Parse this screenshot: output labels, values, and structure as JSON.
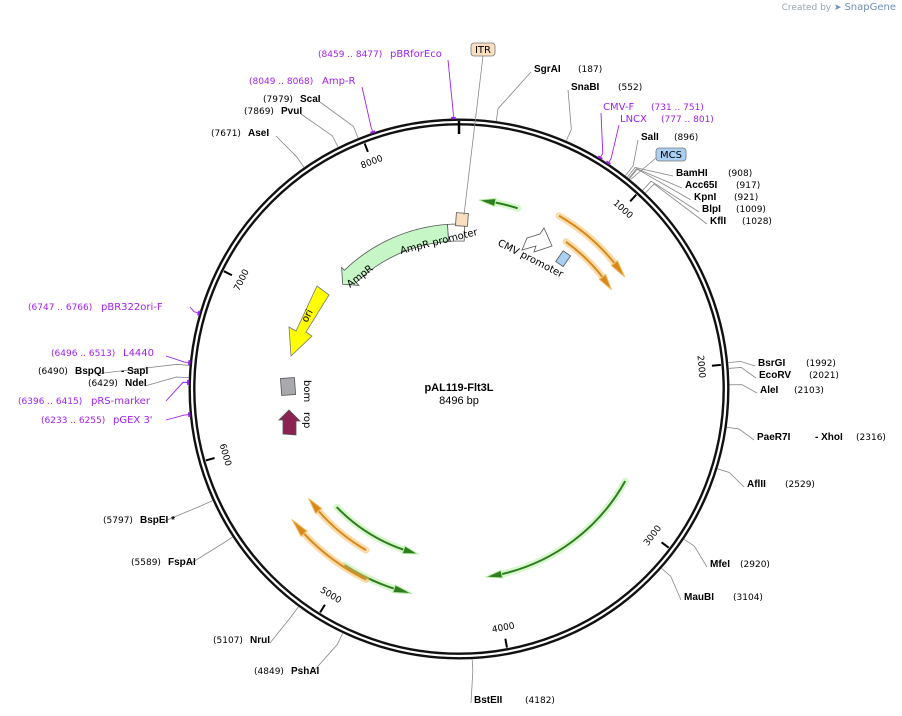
{
  "branding": {
    "created_by": "Created by",
    "app": "SnapGene"
  },
  "plasmid": {
    "name": "pAL119-Flt3L",
    "size_label": "8496 bp",
    "length": 8496
  },
  "ticks": [
    {
      "bp": 1000,
      "label": "1000"
    },
    {
      "bp": 2000,
      "label": "2000"
    },
    {
      "bp": 3000,
      "label": "3000"
    },
    {
      "bp": 4000,
      "label": "4000"
    },
    {
      "bp": 5000,
      "label": "5000"
    },
    {
      "bp": 6000,
      "label": "6000"
    },
    {
      "bp": 7000,
      "label": "7000"
    },
    {
      "bp": 8000,
      "label": "8000"
    }
  ],
  "enzymes": [
    {
      "name": "SgrAI",
      "pos": "(187)",
      "bp": 187
    },
    {
      "name": "SnaBI",
      "pos": "(552)",
      "bp": 552
    },
    {
      "name": "SalI",
      "pos": "(896)",
      "bp": 896
    },
    {
      "name": "BamHI",
      "pos": "(908)",
      "bp": 908
    },
    {
      "name": "Acc65I",
      "pos": "(917)",
      "bp": 917
    },
    {
      "name": "KpnI",
      "pos": "(921)",
      "bp": 921
    },
    {
      "name": "BlpI",
      "pos": "(1009)",
      "bp": 1009
    },
    {
      "name": "KflI",
      "pos": "(1028)",
      "bp": 1028
    },
    {
      "name": "BsrGI",
      "pos": "(1992)",
      "bp": 1992
    },
    {
      "name": "EcoRV",
      "pos": "(2021)",
      "bp": 2021
    },
    {
      "name": "AleI",
      "pos": "(2103)",
      "bp": 2103
    },
    {
      "name": "PaeR7I",
      "name2": "XhoI",
      "pos": "(2316)",
      "bp": 2316
    },
    {
      "name": "AflII",
      "pos": "(2529)",
      "bp": 2529
    },
    {
      "name": "MfeI",
      "pos": "(2920)",
      "bp": 2920
    },
    {
      "name": "MauBI",
      "pos": "(3104)",
      "bp": 3104
    },
    {
      "name": "BstEII",
      "pos": "(4182)",
      "bp": 4182
    },
    {
      "name": "PshAI",
      "pos": "(4849)",
      "bp": 4849
    },
    {
      "name": "NruI",
      "pos": "(5107)",
      "bp": 5107
    },
    {
      "name": "FspAI",
      "pos": "(5589)",
      "bp": 5589
    },
    {
      "name": "BspEI *",
      "pos": "(5797)",
      "bp": 5797
    },
    {
      "name": "NdeI",
      "pos": "(6429)",
      "bp": 6429
    },
    {
      "name": "BspQI",
      "name2": "SapI",
      "pos": "(6490)",
      "bp": 6490
    },
    {
      "name": "AseI",
      "pos": "(7671)",
      "bp": 7671
    },
    {
      "name": "PvuI",
      "pos": "(7869)",
      "bp": 7869
    },
    {
      "name": "ScaI",
      "pos": "(7979)",
      "bp": 7979
    }
  ],
  "primers": [
    {
      "name": "pBRforEco",
      "range": "(8459 .. 8477)",
      "bp": 8468
    },
    {
      "name": "Amp-R",
      "range": "(8049 .. 8068)",
      "bp": 8058
    },
    {
      "name": "CMV-F",
      "range": "(731 .. 751)",
      "bp": 741
    },
    {
      "name": "LNCX",
      "range": "(777 .. 801)",
      "bp": 789
    },
    {
      "name": "pBR322ori-F",
      "range": "(6747 .. 6766)",
      "bp": 6756
    },
    {
      "name": "L4440",
      "range": "(6496 .. 6513)",
      "bp": 6504
    },
    {
      "name": "pRS-marker",
      "range": "(6396 .. 6415)",
      "bp": 6405
    },
    {
      "name": "pGEX 3'",
      "range": "(6233 .. 6255)",
      "bp": 6244
    }
  ],
  "boxed_features": [
    {
      "name": "ITR",
      "color": "#f9dfc0"
    },
    {
      "name": "MCS",
      "color": "#a9cff2"
    }
  ],
  "features": [
    {
      "name": "AmpR promoter",
      "color": "#ffffff"
    },
    {
      "name": "AmpR",
      "color": "#c6f6c6"
    },
    {
      "name": "CMV promoter",
      "color": "#ffffff"
    },
    {
      "name": "ori",
      "color": "#ffff00"
    },
    {
      "name": "bom",
      "color": "#a7a9ac"
    },
    {
      "name": "rop",
      "color": "#8b2252"
    }
  ],
  "colors": {
    "primer": "#a020f0",
    "backbone": "#111111",
    "orf_green": "#2e7d1e",
    "orf_orange": "#d9881a"
  }
}
